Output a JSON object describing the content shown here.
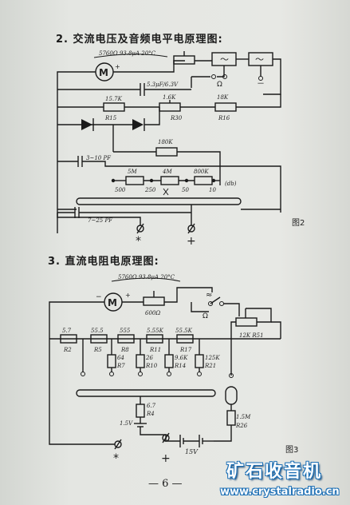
{
  "section2": {
    "heading": "2. 交流电压及音频电平电原理图:",
    "meter_spec": "5760Ω 93.8μA 20°C",
    "cap_top": "5.3μF/6.3V",
    "r15_value": "15.7K",
    "r15_label": "R15",
    "r30_value": "1.6K",
    "r30_label": "R30",
    "r16_value": "18K",
    "r16_label": "R16",
    "r180_value": "180K",
    "cap_mid": "3~10 PF",
    "r5m": "5M",
    "r4m": "4M",
    "r800k": "800K",
    "db_unit": "(db)",
    "scale_500": "500",
    "scale_250": "250",
    "scale_50": "50",
    "scale_10": "10",
    "cap_bottom": "7~25 PF",
    "sw_ac": "～",
    "sw_ohm": "Ω",
    "sw_minus": "－",
    "term_star": "*",
    "term_plus": "+",
    "fig_label": "图2"
  },
  "section3": {
    "heading": "3. 直流电阻电原理图:",
    "meter_spec": "5760Ω 93.8μA 20°C",
    "pot_label": "600Ω",
    "sw_approx": "≈",
    "sw_ohm": "Ω",
    "r51_label": "12K R51",
    "r2_value": "5.7",
    "r2_label": "R2",
    "r5_value": "55.5",
    "r5_label": "R5",
    "r8_value": "555",
    "r8_label": "R8",
    "r11_value": "5.55K",
    "r11_label": "R11",
    "r17_value": "55.5K",
    "r17_label": "R17",
    "r7_value": "64",
    "r7_label": "R7",
    "r10_value": "26",
    "r10_label": "R10",
    "r14_value": "9.6K",
    "r14_label": "R14",
    "r21_value": "125K",
    "r21_label": "R21",
    "r4_value": "6.7",
    "r4_label": "R4",
    "batt1": "1.5V",
    "batt2": "15V",
    "r26_value": "1.5M",
    "r26_label": "R26",
    "term_star": "*",
    "term_plus": "+",
    "fig_label": "图3"
  },
  "page_number": "— 6 —",
  "watermark": {
    "title": "矿石收音机",
    "url": "www.crystalradio.cn"
  }
}
